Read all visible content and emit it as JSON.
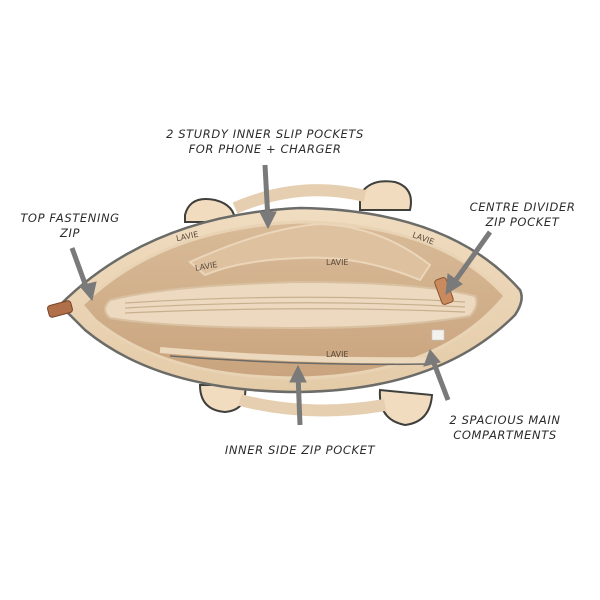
{
  "image": {
    "subject": "Top-down view of an open beige LAVIE handbag with feature callouts",
    "brand_mark": "LAVIE",
    "colors": {
      "background": "#ffffff",
      "bag_outer": "#ecd6b8",
      "bag_lining": "#cfae8a",
      "trim": "#6b6b68",
      "arrow": "#7a7a7a",
      "zip_pull": "#b0704a",
      "label_text": "#2b2b2b"
    }
  },
  "callouts": {
    "slip_pockets": {
      "line1": "2 STURDY INNER SLIP POCKETS",
      "line2": "FOR PHONE + CHARGER"
    },
    "top_zip": {
      "line1": "TOP FASTENING",
      "line2": "ZIP"
    },
    "centre_divider": {
      "line1": "CENTRE DIVIDER",
      "line2": "ZIP POCKET"
    },
    "side_zip": {
      "line1": "INNER SIDE ZIP POCKET"
    },
    "main_compartments": {
      "line1": "2 SPACIOUS MAIN",
      "line2": "COMPARTMENTS"
    }
  },
  "lining_marks": [
    "LAVIE",
    "LAVIE",
    "LAVIE",
    "LAVIE",
    "LAVIE"
  ]
}
